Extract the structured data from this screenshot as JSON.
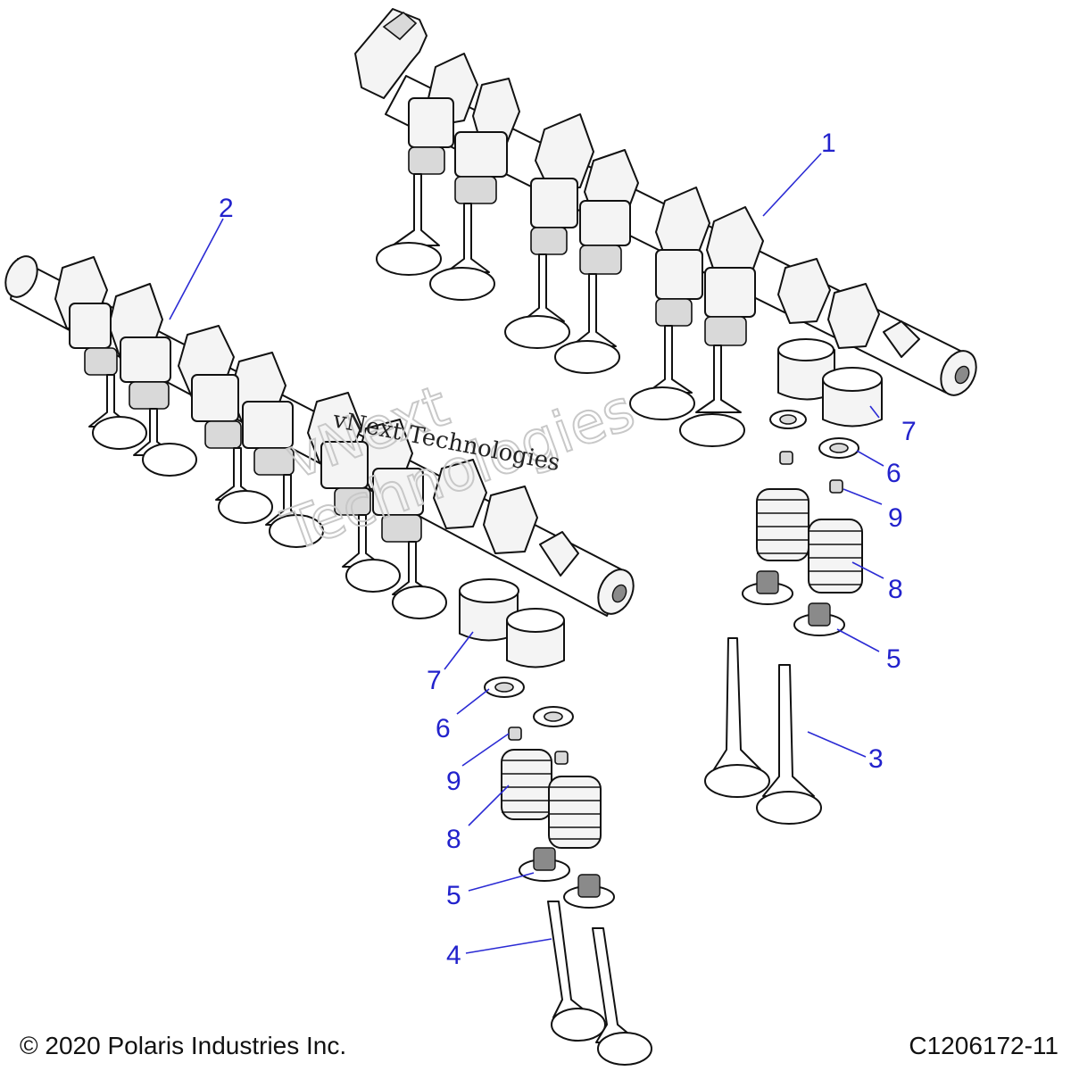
{
  "callouts": [
    {
      "id": "1",
      "label": "1"
    },
    {
      "id": "2",
      "label": "2"
    },
    {
      "id": "3",
      "label": "3"
    },
    {
      "id": "4",
      "label": "4"
    },
    {
      "id": "5a",
      "label": "5"
    },
    {
      "id": "5b",
      "label": "5"
    },
    {
      "id": "6a",
      "label": "6"
    },
    {
      "id": "6b",
      "label": "6"
    },
    {
      "id": "7a",
      "label": "7"
    },
    {
      "id": "7b",
      "label": "7"
    },
    {
      "id": "8a",
      "label": "8"
    },
    {
      "id": "8b",
      "label": "8"
    },
    {
      "id": "9a",
      "label": "9"
    },
    {
      "id": "9b",
      "label": "9"
    }
  ],
  "watermark": {
    "large_line1": "vNext",
    "large_line2": "Technologies",
    "small": "vNext Technologies"
  },
  "footer": {
    "copyright": "© 2020 Polaris Industries Inc.",
    "diagram_id": "C1206172-11"
  },
  "colors": {
    "callout": "#2222cc",
    "line": "#111111"
  }
}
